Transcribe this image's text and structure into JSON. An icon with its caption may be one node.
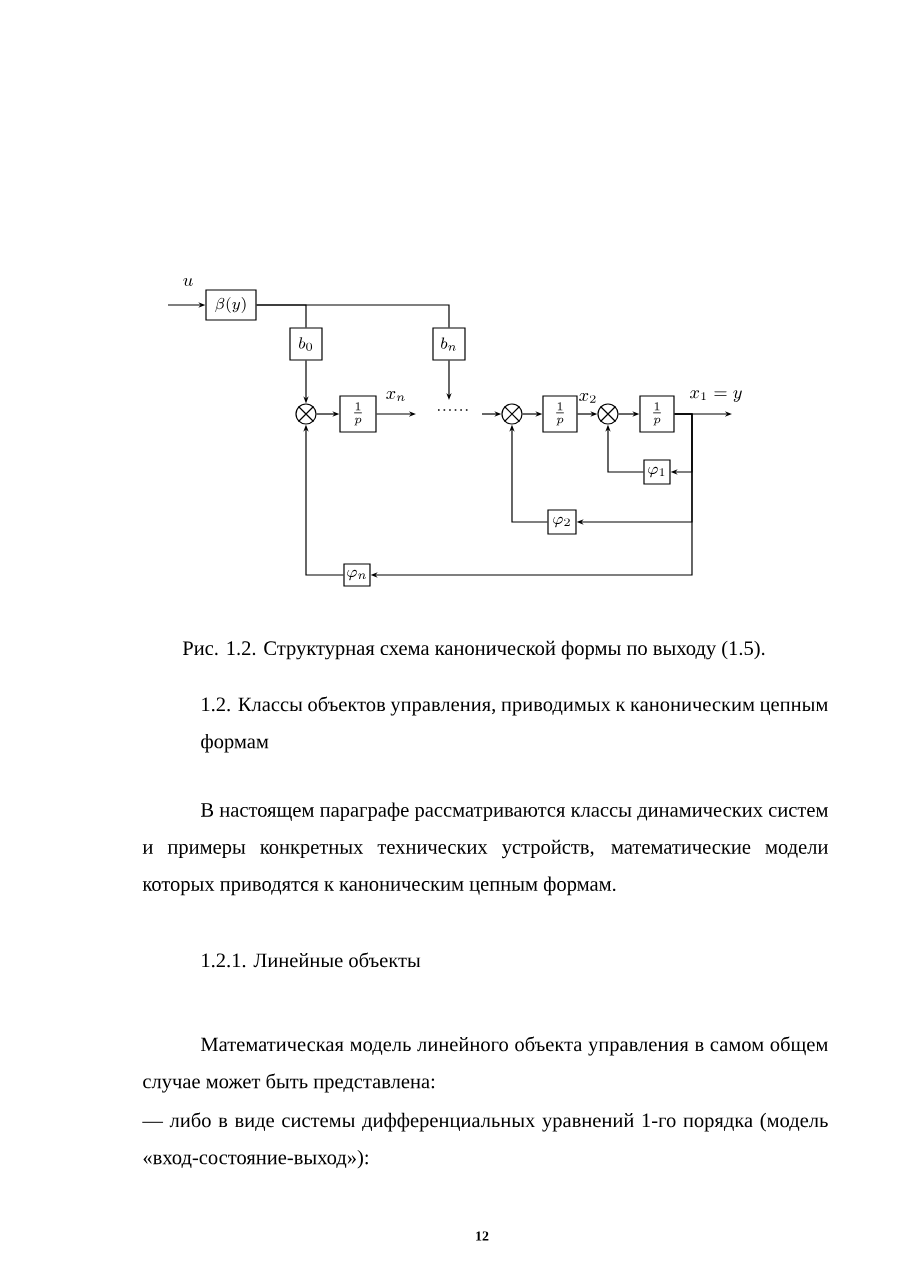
{
  "diagram": {
    "caption": "Рис. 1.2. Структурная схема канонической формы по выходу (1.5).",
    "nodes": [
      {
        "text": [
          "\\beta(y)"
        ]
      },
      {
        "text": [
          "b_0"
        ]
      },
      {
        "text": [
          "b_n"
        ]
      },
      {
        "text": [],
        "shape": "circle"
      },
      {
        "text": [
          "\\frac{1}{p}"
        ]
      },
      {
        "text": [],
        "shape": "circle"
      },
      {
        "text": [
          "\\frac{1}{p}"
        ]
      },
      {
        "text": [],
        "shape": "circle"
      },
      {
        "text": [
          "\\frac{1}{p}"
        ]
      },
      {
        "text": [
          "\\varphi_1"
        ]
      },
      {
        "text": [
          "\\varphi_2"
        ]
      },
      {
        "text": [
          "\\varphi_n"
        ]
      }
    ],
    "edges": [
      {
        "from": null,
        "to": 0,
        "arrow": "to"
      },
      {
        "from": 0,
        "to": 1,
        "arrow": "none"
      },
      {
        "from": 0,
        "to": 2,
        "arrow": "none"
      },
      {
        "from": 1,
        "to": 3,
        "arrow": "to"
      },
      {
        "from": 2,
        "to": null,
        "arrow": "to"
      },
      {
        "from": 3,
        "to": 4,
        "arrow": "to"
      },
      {
        "from": 4,
        "to": null,
        "arrow": "to",
        "label": "x_n"
      },
      {
        "from": null,
        "to": 5,
        "arrow": "to"
      },
      {
        "from": 5,
        "to": 6,
        "arrow": "to"
      },
      {
        "from": 6,
        "to": 7,
        "arrow": "to",
        "label": "x_2"
      },
      {
        "from": 7,
        "to": 8,
        "arrow": "to"
      },
      {
        "from": 8,
        "to": null,
        "arrow": "to",
        "label": "x_1 = y"
      },
      {
        "from": 8,
        "to": 9,
        "arrow": "to"
      },
      {
        "from": 9,
        "to": 7,
        "arrow": "to"
      },
      {
        "from": 8,
        "to": 10,
        "arrow": "to"
      },
      {
        "from": 10,
        "to": 5,
        "arrow": "to"
      },
      {
        "from": 8,
        "to": 11,
        "arrow": "to"
      },
      {
        "from": 11,
        "to": 3,
        "arrow": "to"
      }
    ],
    "labels": [
      "u",
      "1.2. Классы объектов управления, приводимых к каноническим цепным формам",
      "В настоящем параграфе рассматриваются классы динамических систем и примеры конкретных технических устройств, математические модели которых приводятся к каноническим цепным формам.",
      "1.2.1. Линейные объекты",
      "Математическая модель линейного объекта управления в самом общем случае может быть представлена:",
      "— либо в виде системы дифференциальных уравнений 1-го порядка (модель «вход-состояние-выход»):",
      "12"
    ]
  }
}
